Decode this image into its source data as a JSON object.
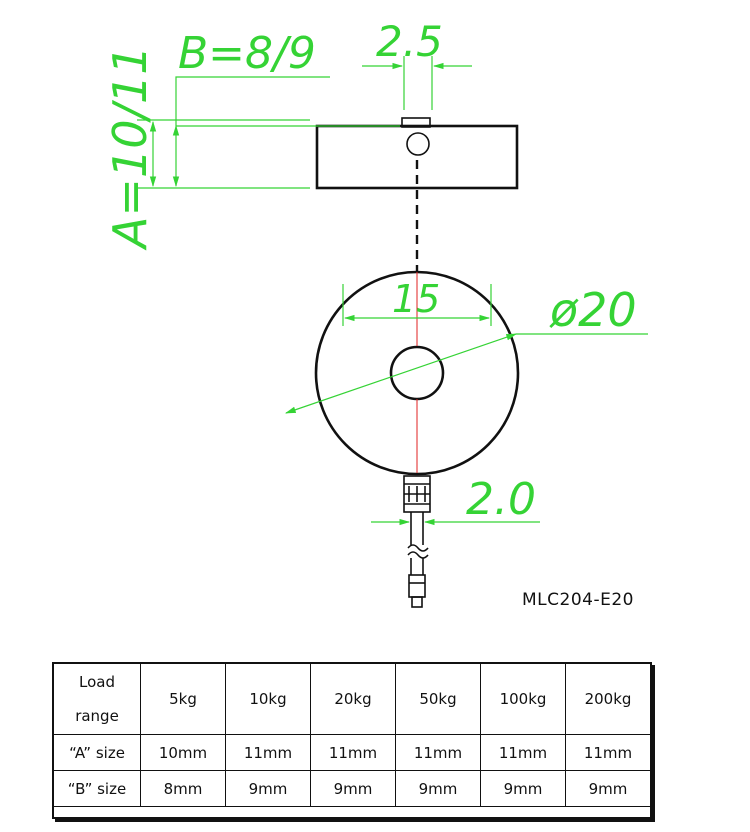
{
  "drawing": {
    "dim_b": "B=8/9",
    "dim_a": "A=10/11",
    "dim_slot": "2.5",
    "dim_inner": "15",
    "dim_outer": "ø20",
    "dim_cable": "2.0",
    "colors": {
      "dimension": "#35d335",
      "outline": "#111111",
      "centerline": "#e02020"
    }
  },
  "model": "MLC204-E20",
  "table": {
    "row_header_top": "Load",
    "row_header_bottom": "range",
    "load_ranges": [
      "5kg",
      "10kg",
      "20kg",
      "50kg",
      "100kg",
      "200kg"
    ],
    "a_label": "“A” size",
    "a_sizes": [
      "10mm",
      "11mm",
      "11mm",
      "11mm",
      "11mm",
      "11mm"
    ],
    "b_label": "“B” size",
    "b_sizes": [
      "8mm",
      "9mm",
      "9mm",
      "9mm",
      "9mm",
      "9mm"
    ]
  }
}
